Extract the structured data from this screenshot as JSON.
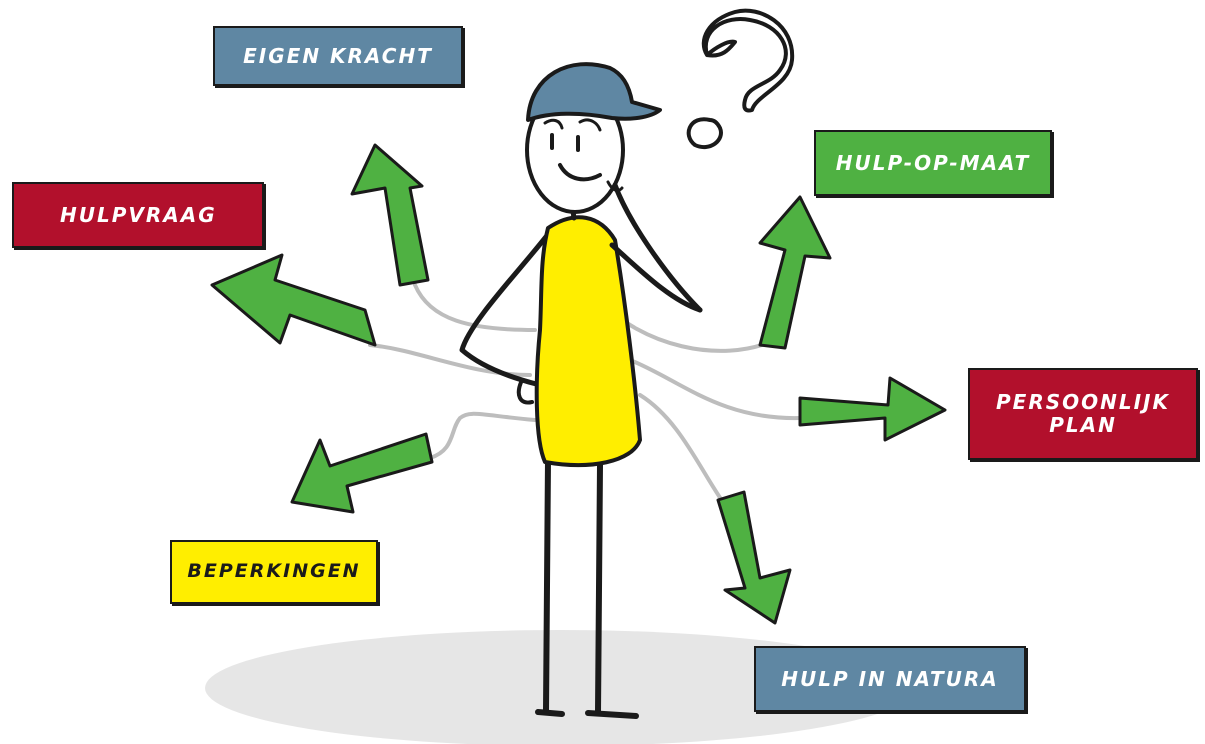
{
  "labels": {
    "eigen_kracht": "EIGEN KRACHT",
    "hulpvraag": "HULPVRAAG",
    "hulp_op_maat": "HULP-OP-MAAT",
    "persoonlijk_plan_line1": "PERSOONLIJK",
    "persoonlijk_plan_line2": "PLAN",
    "beperkingen": "BEPERKINGEN",
    "hulp_in_natura": "HULP IN NATURA"
  },
  "colors": {
    "slate_blue": "#5f87a3",
    "crimson": "#b2102c",
    "green": "#4fb142",
    "yellow": "#ffee00",
    "ground": "#e6e6e6",
    "string": "#bdbdbd",
    "outline": "#1a1a1a"
  },
  "icons": [
    "question-mark-icon",
    "arrow-icon"
  ]
}
